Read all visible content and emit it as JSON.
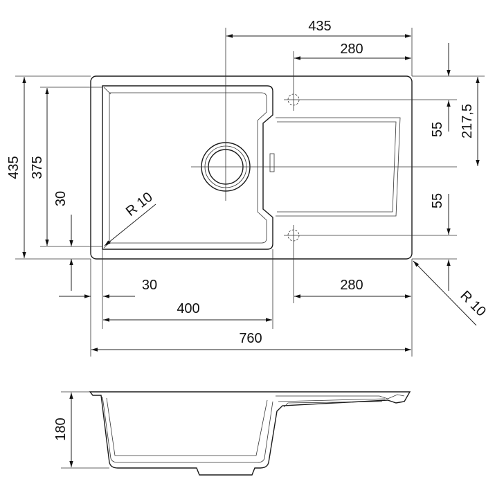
{
  "dimensions": {
    "top_435": "435",
    "top_280": "280",
    "right_55_upper": "55",
    "right_217_5": "217,5",
    "right_55_lower": "55",
    "left_435": "435",
    "left_375": "375",
    "left_30": "30",
    "radius_inner": "R 10",
    "radius_outer": "R 10",
    "bottom_30": "30",
    "bottom_280": "280",
    "bottom_400": "400",
    "bottom_760": "760",
    "side_180": "180"
  }
}
